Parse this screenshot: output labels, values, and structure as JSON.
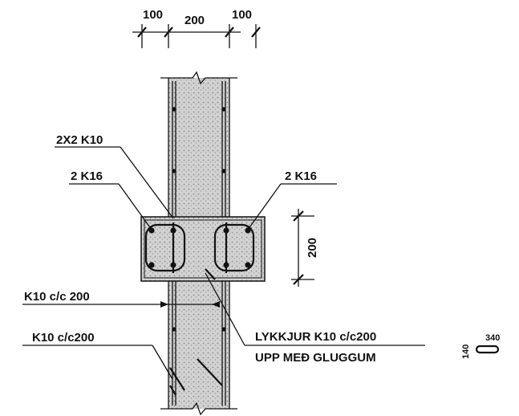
{
  "dimensions": {
    "top_left": "100",
    "top_mid": "200",
    "top_right": "100",
    "side": "200"
  },
  "labels": {
    "stirrups": "2X2 K10",
    "left_bars": "2 K16",
    "right_bars": "2 K16",
    "ties_upper": "K10 c/c 200",
    "ties_lower": "K10 c/c200",
    "loop_line1": "LYKKJUR K10 c/c200",
    "loop_line2": "UPP MEÐ GLUGGUM"
  },
  "detail": {
    "height": "140",
    "width": "340"
  },
  "colors": {
    "ink": "#111111",
    "concrete": "#cfcfcf",
    "paper": "#ffffff"
  }
}
